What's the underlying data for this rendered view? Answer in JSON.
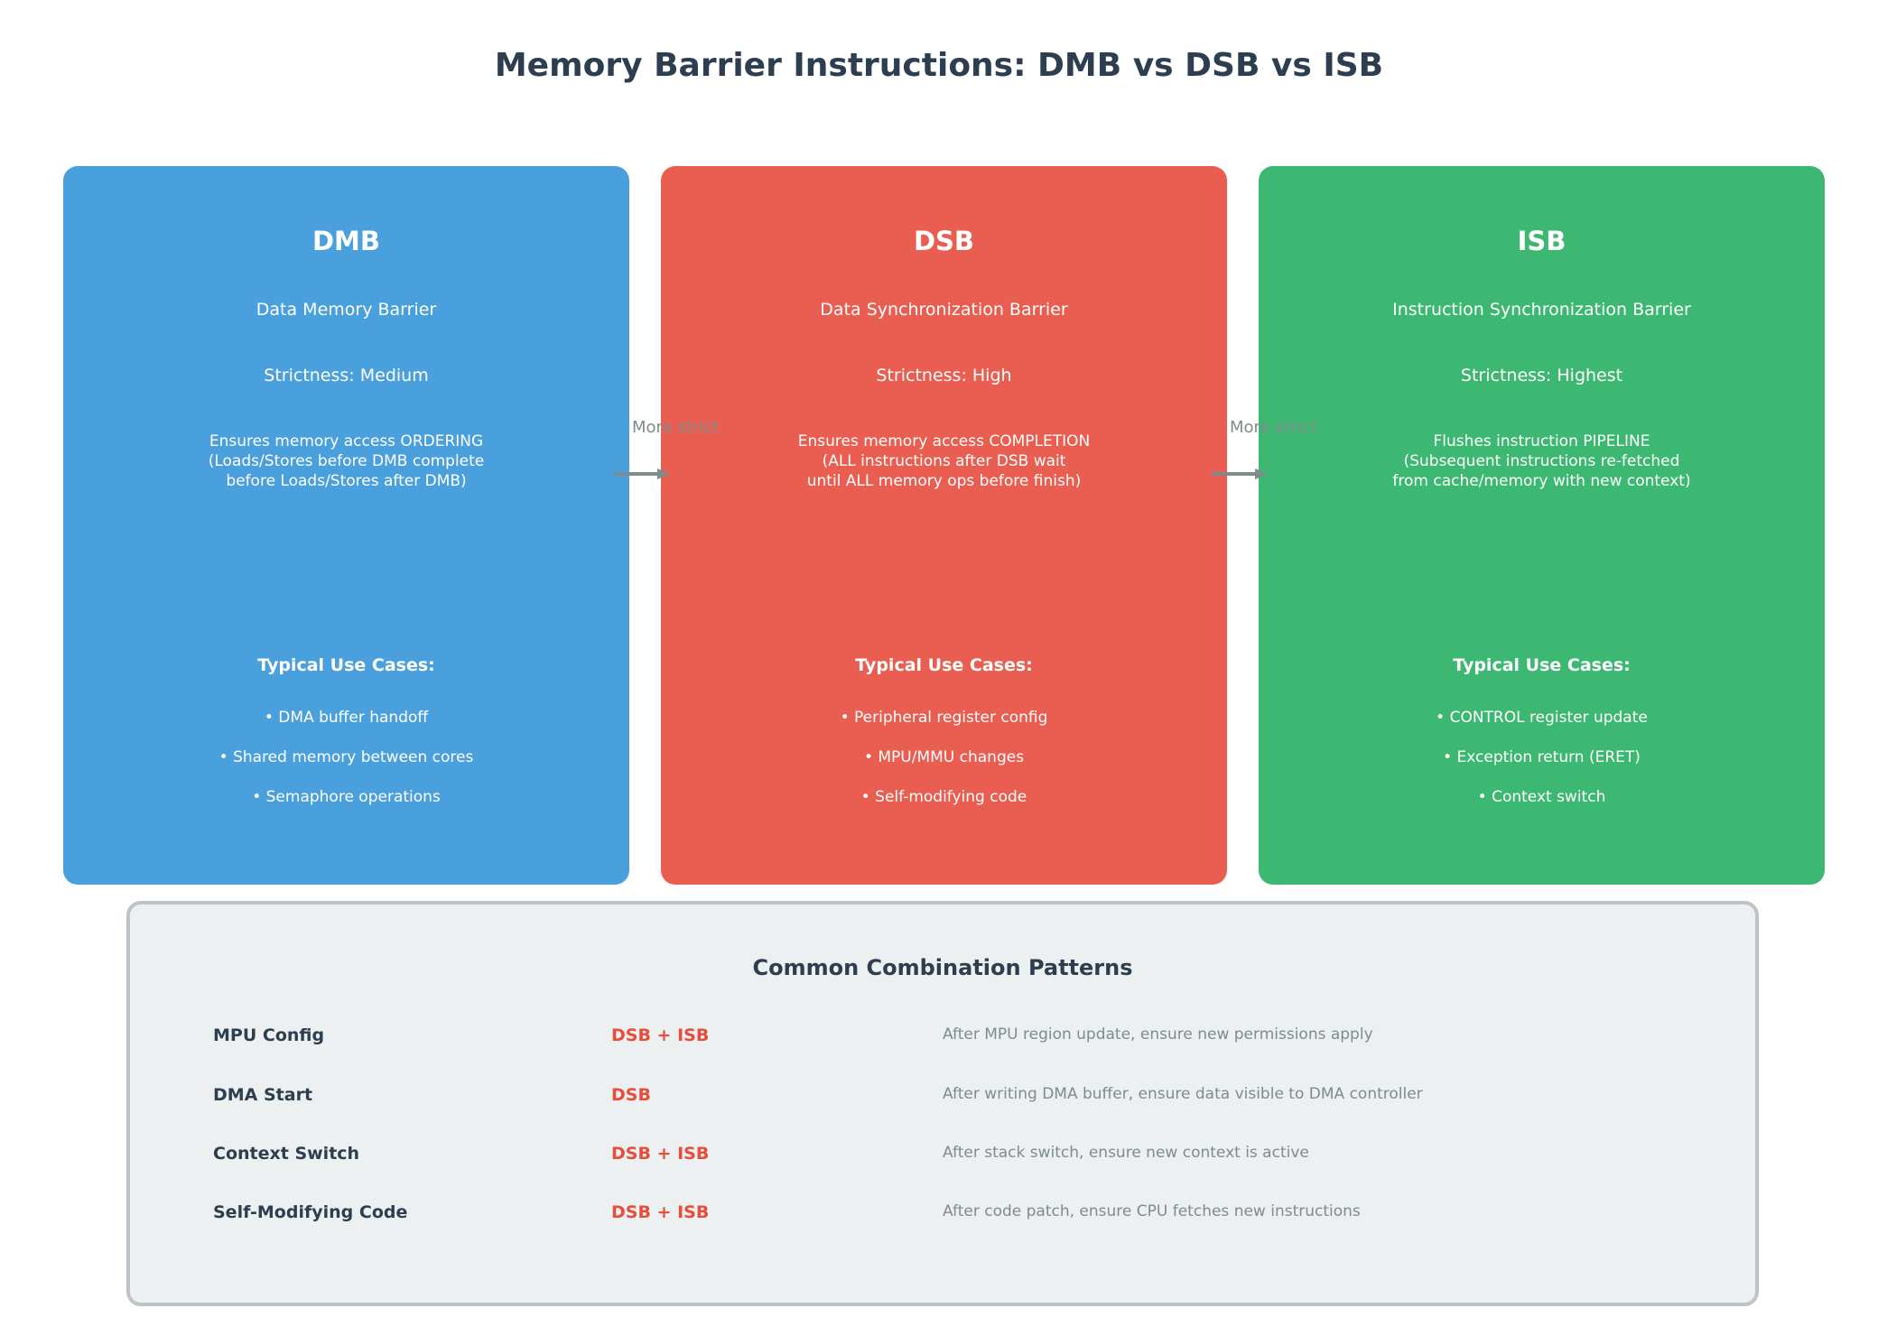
{
  "title": "Memory Barrier Instructions: DMB vs DSB vs ISB",
  "colors": {
    "dmb": "#4aa0dc",
    "dsb": "#e95e50",
    "isb": "#3db872",
    "title": "#2c3e50",
    "accent_red": "#e74c3c",
    "muted": "#7f8c8d"
  },
  "cards": [
    {
      "name": "DMB",
      "full_name": "Data Memory Barrier",
      "strictness": "Strictness: Medium",
      "description": [
        "Ensures memory access ORDERING",
        "(Loads/Stores before DMB complete",
        "before Loads/Stores after DMB)"
      ],
      "use_cases_title": "Typical Use Cases:",
      "use_cases": [
        "• DMA buffer handoff",
        "• Shared memory between cores",
        "• Semaphore operations"
      ]
    },
    {
      "name": "DSB",
      "full_name": "Data Synchronization Barrier",
      "strictness": "Strictness: High",
      "description": [
        "Ensures memory access COMPLETION",
        "(ALL instructions after DSB wait",
        "until ALL memory ops before finish)"
      ],
      "use_cases_title": "Typical Use Cases:",
      "use_cases": [
        "• Peripheral register config",
        "• MPU/MMU changes",
        "• Self-modifying code"
      ]
    },
    {
      "name": "ISB",
      "full_name": "Instruction Synchronization Barrier",
      "strictness": "Strictness: Highest",
      "description": [
        "Flushes instruction PIPELINE",
        "(Subsequent instructions re-fetched",
        "from cache/memory with new context)"
      ],
      "use_cases_title": "Typical Use Cases:",
      "use_cases": [
        "• CONTROL register update",
        "• Exception return (ERET)",
        "• Context switch"
      ]
    }
  ],
  "arrows": [
    {
      "label": "More strict"
    },
    {
      "label": "More strict"
    }
  ],
  "patterns": {
    "title": "Common Combination Patterns",
    "rows": [
      {
        "name": "MPU Config",
        "combo": "DSB + ISB",
        "note": "After MPU region update, ensure new permissions apply"
      },
      {
        "name": "DMA Start",
        "combo": "DSB",
        "note": "After writing DMA buffer, ensure data visible to DMA controller"
      },
      {
        "name": "Context Switch",
        "combo": "DSB + ISB",
        "note": "After stack switch, ensure new context is active"
      },
      {
        "name": "Self-Modifying Code",
        "combo": "DSB + ISB",
        "note": "After code patch, ensure CPU fetches new instructions"
      }
    ]
  }
}
